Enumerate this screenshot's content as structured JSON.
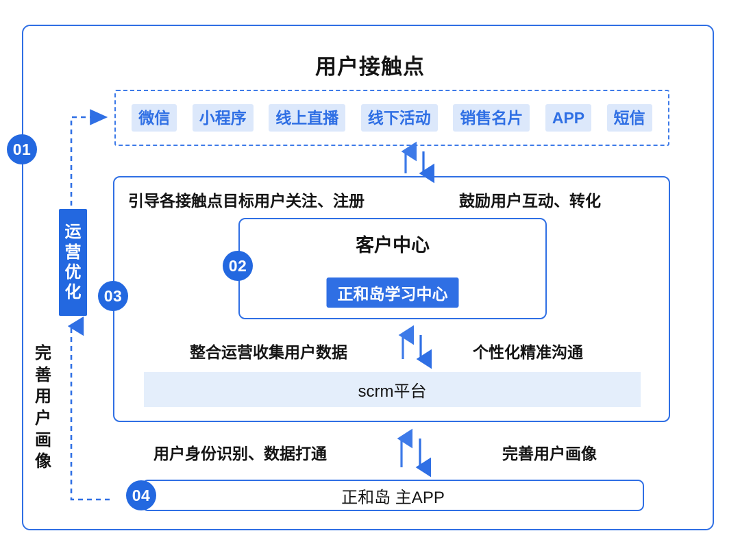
{
  "title": "用户接触点",
  "colors": {
    "brand_blue": "#2f6fe4",
    "badge_blue": "#2368e0",
    "tag_bg": "#dce8fb",
    "scrm_bg": "#e4eefb",
    "arrow_up": "#3d7ae8",
    "arrow_down": "#2f6fe4",
    "text_dark": "#141414"
  },
  "touchpoints": {
    "tags": [
      {
        "label": "微信"
      },
      {
        "label": "小程序"
      },
      {
        "label": "线上直播"
      },
      {
        "label": "线下活动"
      },
      {
        "label": "销售名片"
      },
      {
        "label": "APP"
      },
      {
        "label": "短信"
      }
    ]
  },
  "badges": {
    "one": "01",
    "two": "02",
    "three": "03",
    "four": "04"
  },
  "side": {
    "chip_label": "运营优化",
    "chip_chars": [
      "运",
      "营",
      "优",
      "化"
    ],
    "vertical_label": "完善用户画像",
    "vertical_chars": [
      "完",
      "善",
      "用",
      "户",
      "画",
      "像"
    ]
  },
  "main_box": {
    "top_left_label": "引导各接触点目标用户关注、注册",
    "top_right_label": "鼓励用户互动、转化",
    "mid_left_label": "整合运营收集用户数据",
    "mid_right_label": "个性化精准沟通",
    "customer_center": {
      "title": "客户中心",
      "chip": "正和岛学习中心"
    },
    "scrm": "scrm平台"
  },
  "bottom": {
    "left_label": "用户身份识别、数据打通",
    "right_label": "完善用户画像",
    "app_box": "正和岛 主APP"
  },
  "arrows": {
    "pair_top": {
      "up": "↑",
      "down": "↓"
    },
    "pair_mid": {
      "up": "↑",
      "down": "↓"
    },
    "pair_bottom": {
      "up": "↑",
      "down": "↓"
    }
  }
}
